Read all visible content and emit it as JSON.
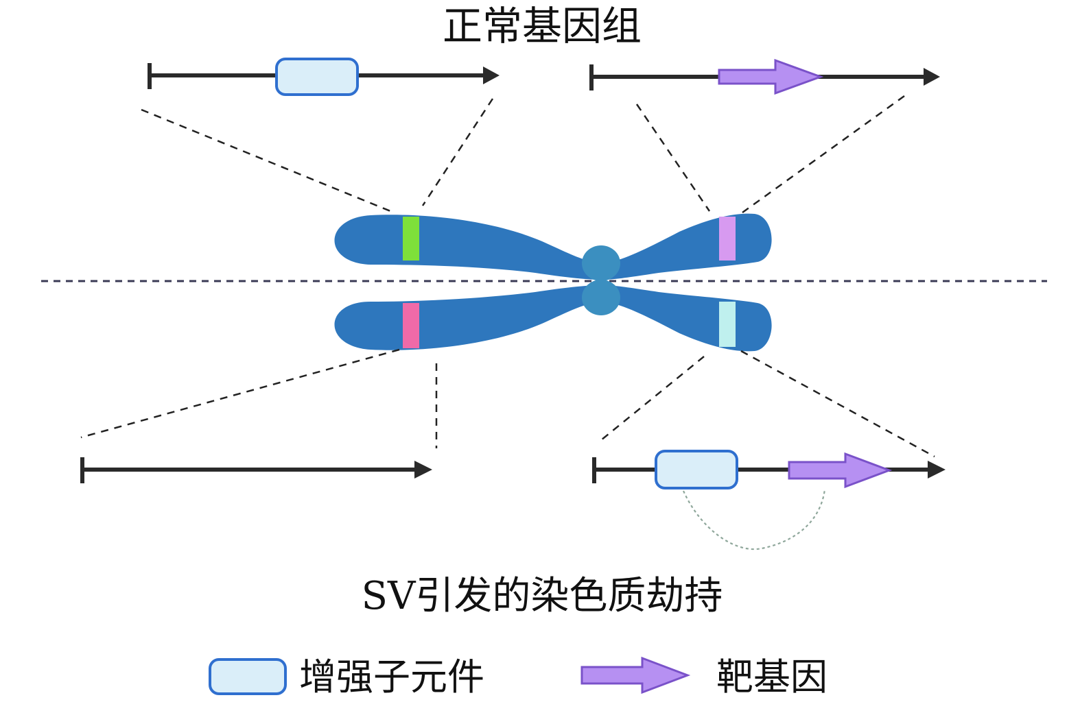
{
  "titles": {
    "top": "正常基因组",
    "bottom": "SV引发的染色质劫持"
  },
  "legend": {
    "enhancer": "增强子元件",
    "target_gene": "靶基因"
  },
  "colors": {
    "chromosome": "#2e77bd",
    "enhancer_fill": "#daeef9",
    "enhancer_border": "#2f6fcf",
    "gene_fill": "#b690f2",
    "band_green": "#7ee03a",
    "band_violet": "#d79af0",
    "band_pink": "#f06aa8",
    "band_cyan": "#bff0ee"
  }
}
